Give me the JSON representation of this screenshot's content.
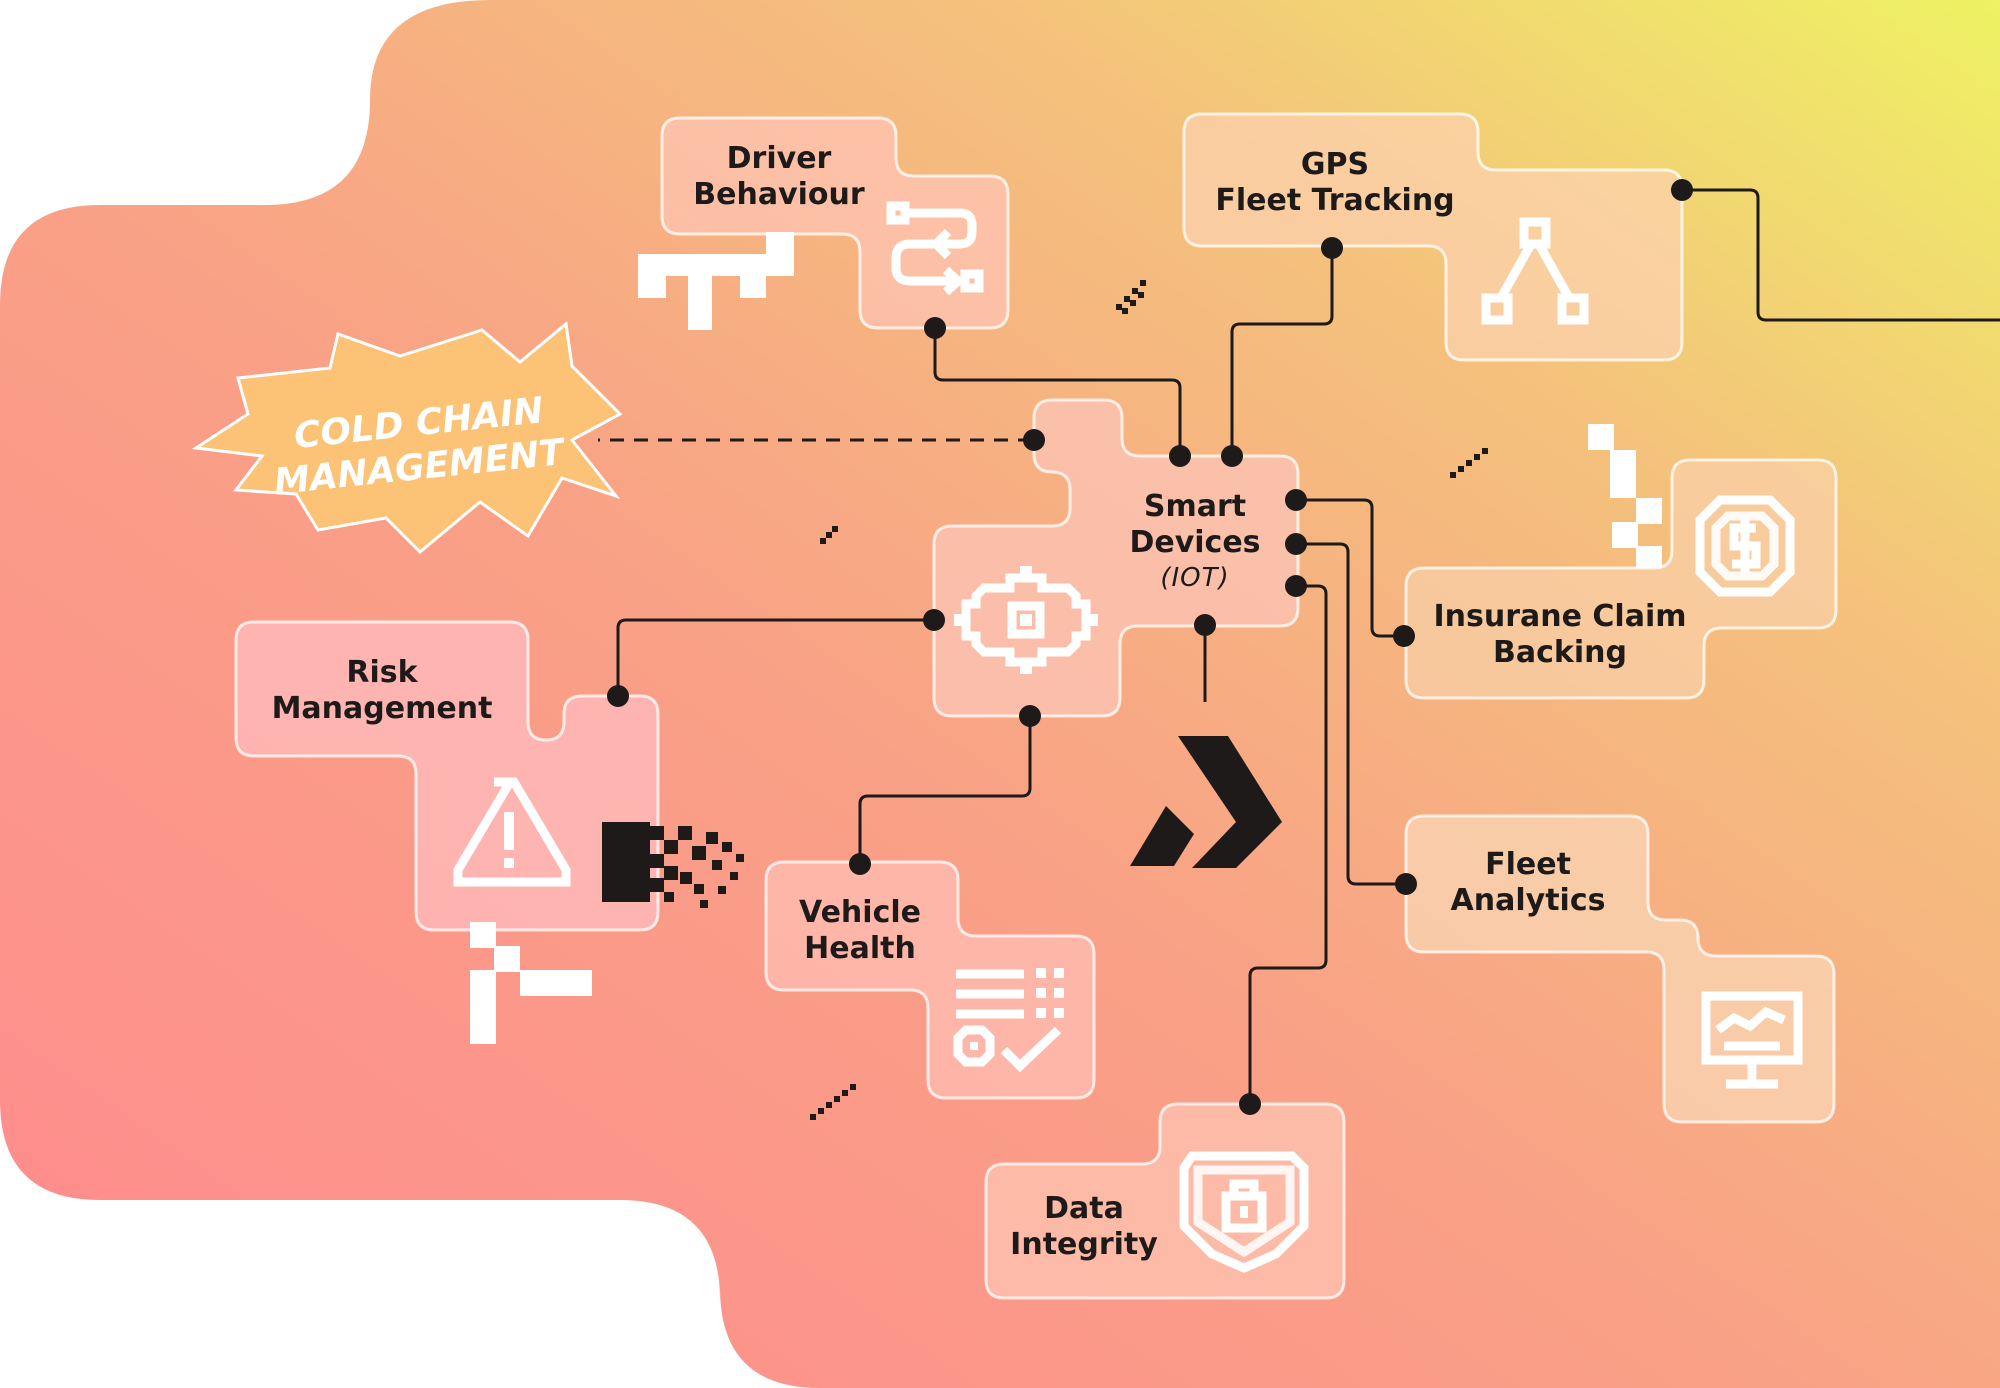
{
  "hub": {
    "line1": "Smart",
    "line2": "Devices",
    "line3": "(IOT)"
  },
  "nodes": {
    "driver_behaviour": {
      "line1": "Driver",
      "line2": "Behaviour"
    },
    "gps_fleet_tracking": {
      "line1": "GPS",
      "line2": "Fleet Tracking"
    },
    "insurance_claim": {
      "line1": "Insurane Claim",
      "line2": "Backing"
    },
    "fleet_analytics": {
      "line1": "Fleet",
      "line2": "Analytics"
    },
    "data_integrity": {
      "line1": "Data",
      "line2": "Integrity"
    },
    "vehicle_health": {
      "line1": "Vehicle",
      "line2": "Health"
    },
    "risk_management": {
      "line1": "Risk",
      "line2": "Management"
    }
  },
  "badge": {
    "line1": "COLD CHAIN",
    "line2": "MANAGEMENT"
  },
  "icons": {
    "driver_behaviour": "route-icon",
    "gps_fleet_tracking": "branch-icon",
    "insurance_claim": "coin-icon",
    "fleet_analytics": "monitor-chart-icon",
    "data_integrity": "shield-lock-icon",
    "vehicle_health": "checklist-gear-icon",
    "risk_management": "warning-icon",
    "hub": "chip-icon",
    "brand": "double-chevron-logo"
  },
  "colors": {
    "gradient_start": "#ff8a8e",
    "gradient_mid": "#f7ab85",
    "gradient_end": "#eef263",
    "wire": "#1f1a1a",
    "badge": "#fcc276"
  }
}
